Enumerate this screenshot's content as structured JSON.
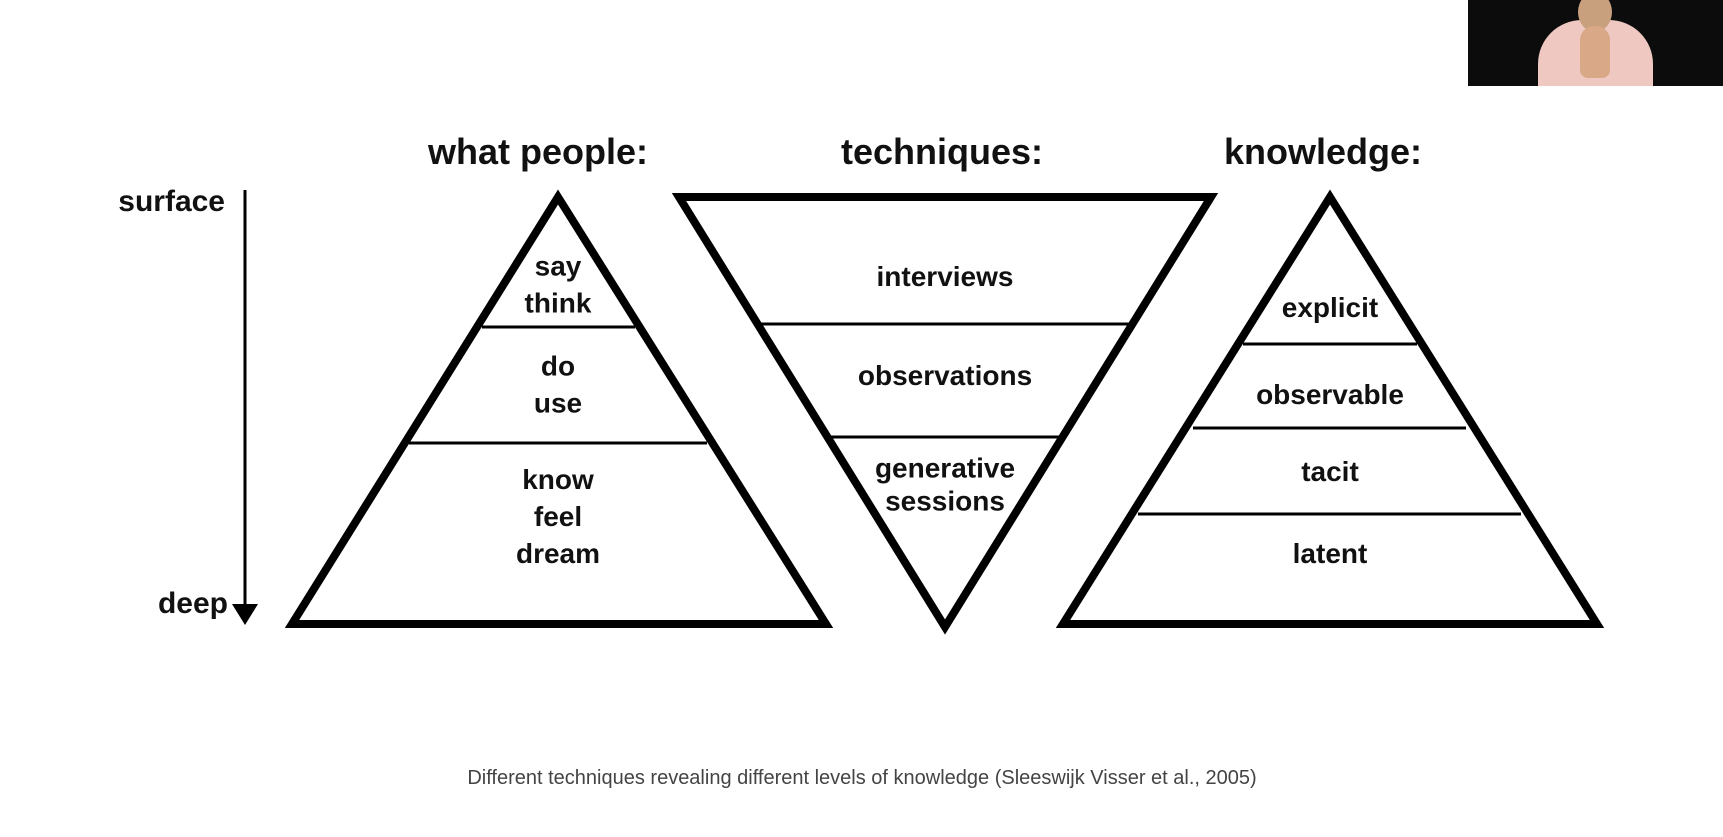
{
  "headings": {
    "left": "what people:",
    "middle": "techniques:",
    "right": "knowledge:"
  },
  "axis": {
    "top_label": "surface",
    "bottom_label": "deep"
  },
  "pyramid_people": {
    "layers": [
      [
        "say",
        "think"
      ],
      [
        "do",
        "use"
      ],
      [
        "know",
        "feel",
        "dream"
      ]
    ]
  },
  "funnel_techniques": {
    "layers": [
      [
        "interviews"
      ],
      [
        "observations"
      ],
      [
        "generative",
        "sessions"
      ]
    ]
  },
  "pyramid_knowledge": {
    "layers": [
      [
        "explicit"
      ],
      [
        "observable"
      ],
      [
        "tacit"
      ],
      [
        "latent"
      ]
    ]
  },
  "caption": "Different techniques revealing different levels of knowledge (Sleeswijk Visser et al., 2005)",
  "presenter_video": {
    "shirt_color": "#f0c8c2",
    "background_color": "#0c0c0c"
  }
}
